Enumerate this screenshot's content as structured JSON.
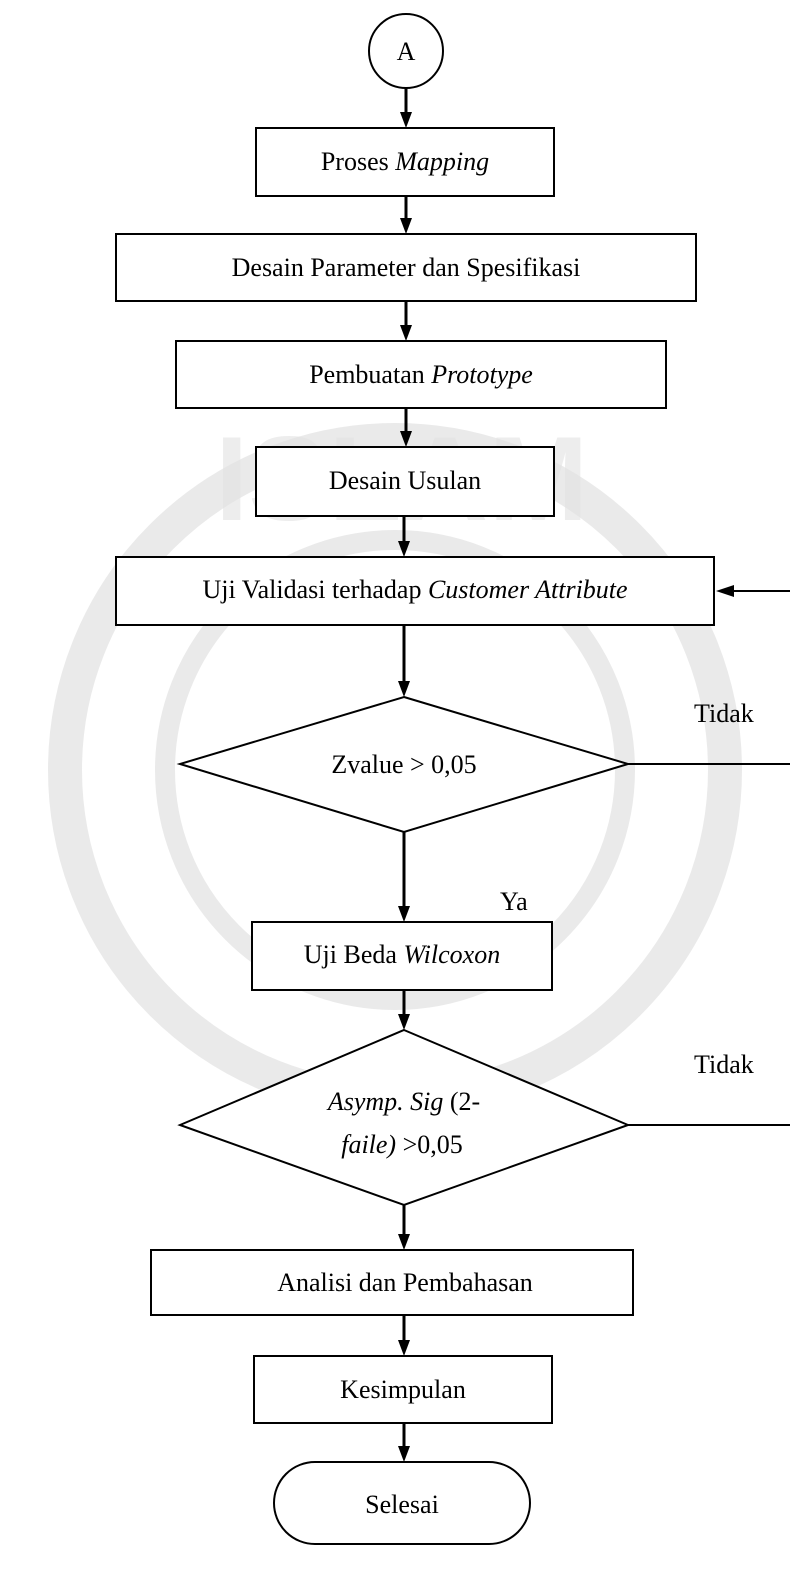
{
  "nodes": {
    "connector_a": "A",
    "proses_mapping": {
      "plain": "Proses ",
      "italic": "Mapping"
    },
    "desain_parameter": "Desain Parameter dan Spesifikasi",
    "pembuatan_prototype": {
      "plain": "Pembuatan ",
      "italic": "Prototype"
    },
    "desain_usulan": "Desain Usulan",
    "uji_validasi": {
      "plain": "Uji Validasi terhadap ",
      "italic": "Customer Attribute"
    },
    "decision_zvalue": "Zvalue > 0,05",
    "uji_beda": {
      "plain": "Uji Beda ",
      "italic": "Wilcoxon"
    },
    "decision_asymp": {
      "line1_italic": "Asymp. Sig",
      "line1_plain": " (2-",
      "line2_italic": "faile)",
      "line2_plain": " >0,05"
    },
    "analisi": "Analisi dan Pembahasan",
    "kesimpulan": "Kesimpulan",
    "selesai": "Selesai"
  },
  "edge_labels": {
    "tidak_1": "Tidak",
    "ya": "Ya",
    "tidak_2": "Tidak"
  }
}
